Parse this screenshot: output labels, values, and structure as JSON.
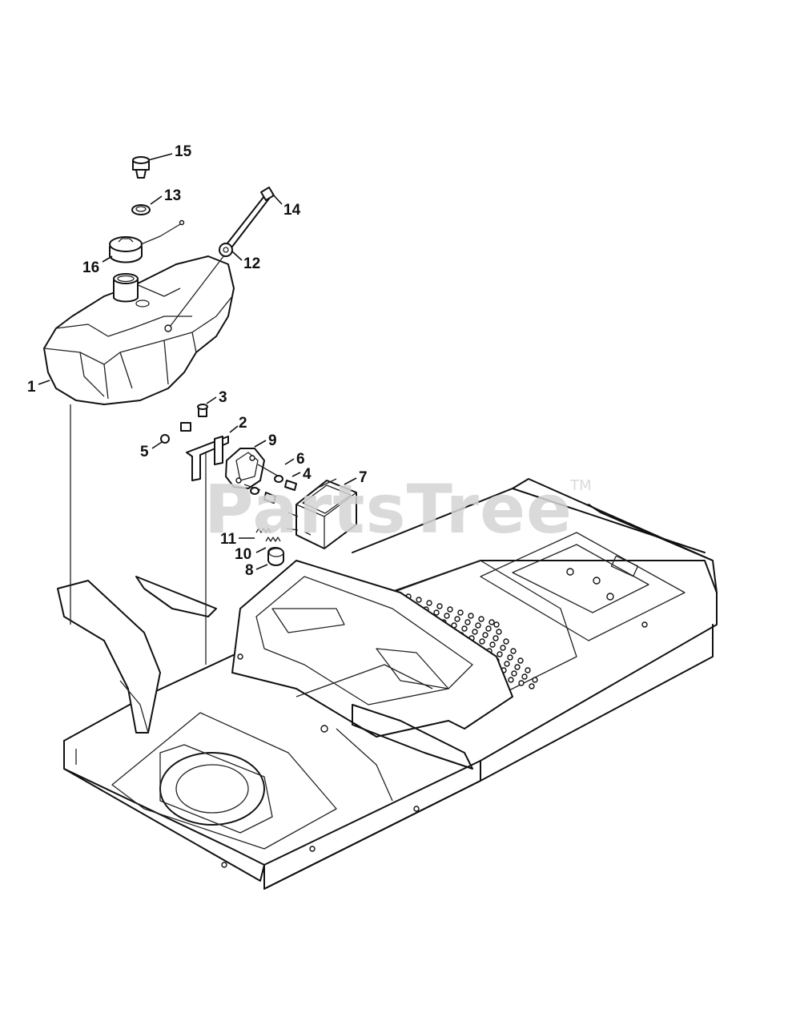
{
  "watermark": {
    "text": "PartsTree",
    "trademark": "TM"
  },
  "callouts": [
    {
      "id": "1",
      "label": "1"
    },
    {
      "id": "2",
      "label": "2"
    },
    {
      "id": "3",
      "label": "3"
    },
    {
      "id": "4",
      "label": "4"
    },
    {
      "id": "5",
      "label": "5"
    },
    {
      "id": "6",
      "label": "6"
    },
    {
      "id": "7",
      "label": "7"
    },
    {
      "id": "8",
      "label": "8"
    },
    {
      "id": "9",
      "label": "9"
    },
    {
      "id": "10",
      "label": "10"
    },
    {
      "id": "11",
      "label": "11"
    },
    {
      "id": "12",
      "label": "12"
    },
    {
      "id": "13",
      "label": "13"
    },
    {
      "id": "14",
      "label": "14"
    },
    {
      "id": "15",
      "label": "15"
    },
    {
      "id": "16",
      "label": "16"
    }
  ]
}
